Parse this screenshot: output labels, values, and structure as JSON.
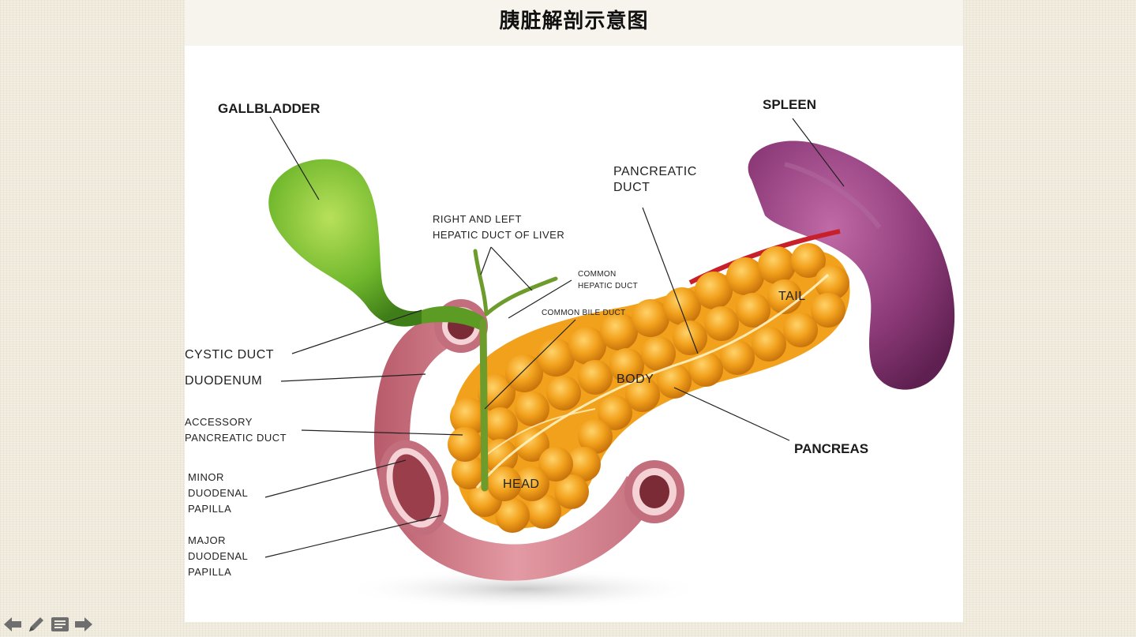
{
  "slide": {
    "title": "胰脏解剖示意图"
  },
  "diagram": {
    "labels": {
      "gallbladder": "GALLBLADDER",
      "spleen": "SPLEEN",
      "pancreatic_duct": "PANCREATIC\nDUCT",
      "right_left_hepatic": "RIGHT AND LEFT\nHEPATIC DUCT OF LIVER",
      "common_hepatic": "COMMON\nHEPATIC DUCT",
      "common_bile": "COMMON BILE DUCT",
      "tail": "TAIL",
      "body": "BODY",
      "pancreas": "PANCREAS",
      "cystic_duct": "CYSTIC DUCT",
      "duodenum": "DUODENUM",
      "accessory_duct": "ACCESSORY\nPANCREATIC DUCT",
      "minor_papilla": "MINOR\nDUODENAL\nPAPILLA",
      "head": "HEAD",
      "major_papilla": "MAJOR\nDUODENAL\nPAPILLA"
    },
    "colors": {
      "gallbladder": "#6fb72c",
      "spleen": "#8e3b7a",
      "pancreas": "#f2a11c",
      "duodenum": "#d9828e",
      "artery": "#c8202a"
    }
  },
  "nav": {
    "icons": [
      "arrow-left-icon",
      "pen-icon",
      "menu-icon",
      "arrow-right-icon"
    ]
  }
}
